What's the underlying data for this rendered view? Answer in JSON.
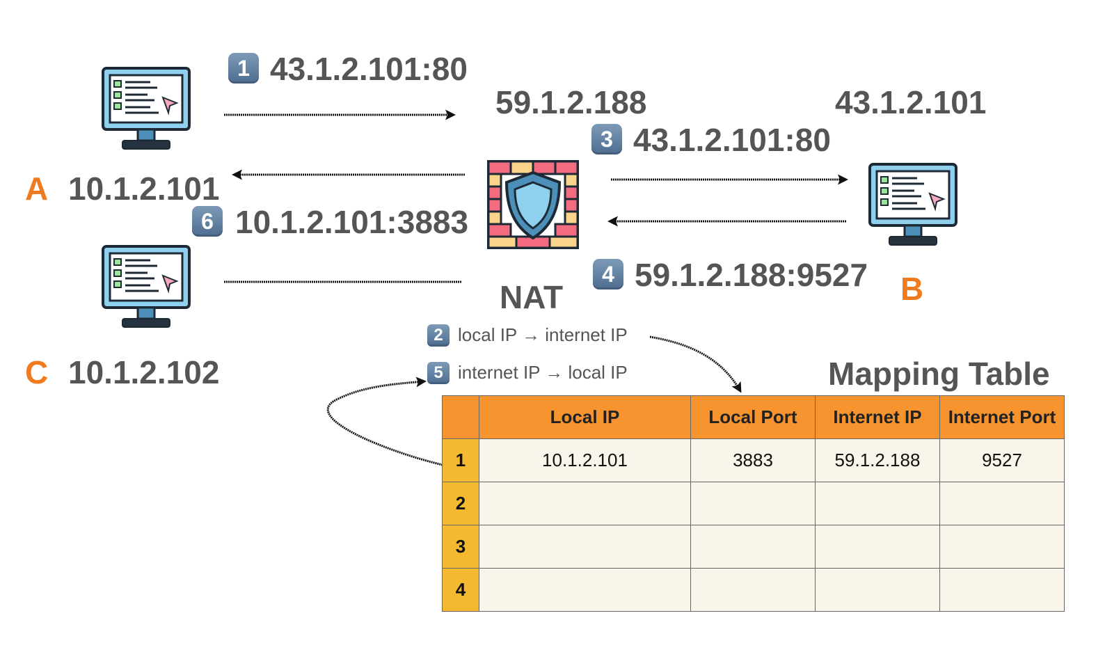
{
  "hosts": {
    "a": {
      "letter": "A",
      "ip": "10.1.2.101"
    },
    "b": {
      "letter": "B",
      "ip": "43.1.2.101"
    },
    "c": {
      "letter": "C",
      "ip": "10.1.2.102"
    }
  },
  "nat": {
    "label": "NAT",
    "public_ip": "59.1.2.188"
  },
  "steps": [
    {
      "num": "1",
      "text": "43.1.2.101:80"
    },
    {
      "num": "2",
      "text": "local IP → internet IP"
    },
    {
      "num": "3",
      "text": "43.1.2.101:80"
    },
    {
      "num": "4",
      "text": "59.1.2.188:9527"
    },
    {
      "num": "5",
      "text": "internet IP → local IP"
    },
    {
      "num": "6",
      "text": "10.1.2.101:3883"
    }
  ],
  "mapping_table": {
    "title": "Mapping Table",
    "columns": [
      "",
      "Local IP",
      "Local Port",
      "Internet IP",
      "Internet Port"
    ],
    "rows": [
      [
        "1",
        "10.1.2.101",
        "3883",
        "59.1.2.188",
        "9527"
      ],
      [
        "2",
        "",
        "",
        "",
        ""
      ],
      [
        "3",
        "",
        "",
        "",
        ""
      ],
      [
        "4",
        "",
        "",
        "",
        ""
      ]
    ]
  },
  "colors": {
    "header": "#f7942f",
    "row_index": "#f5b92f",
    "cell": "#f9f5ea",
    "host_letter": "#f07a1e",
    "text": "#555555"
  },
  "icons": {
    "host": "computer-monitor-icon",
    "nat": "firewall-shield-icon"
  }
}
